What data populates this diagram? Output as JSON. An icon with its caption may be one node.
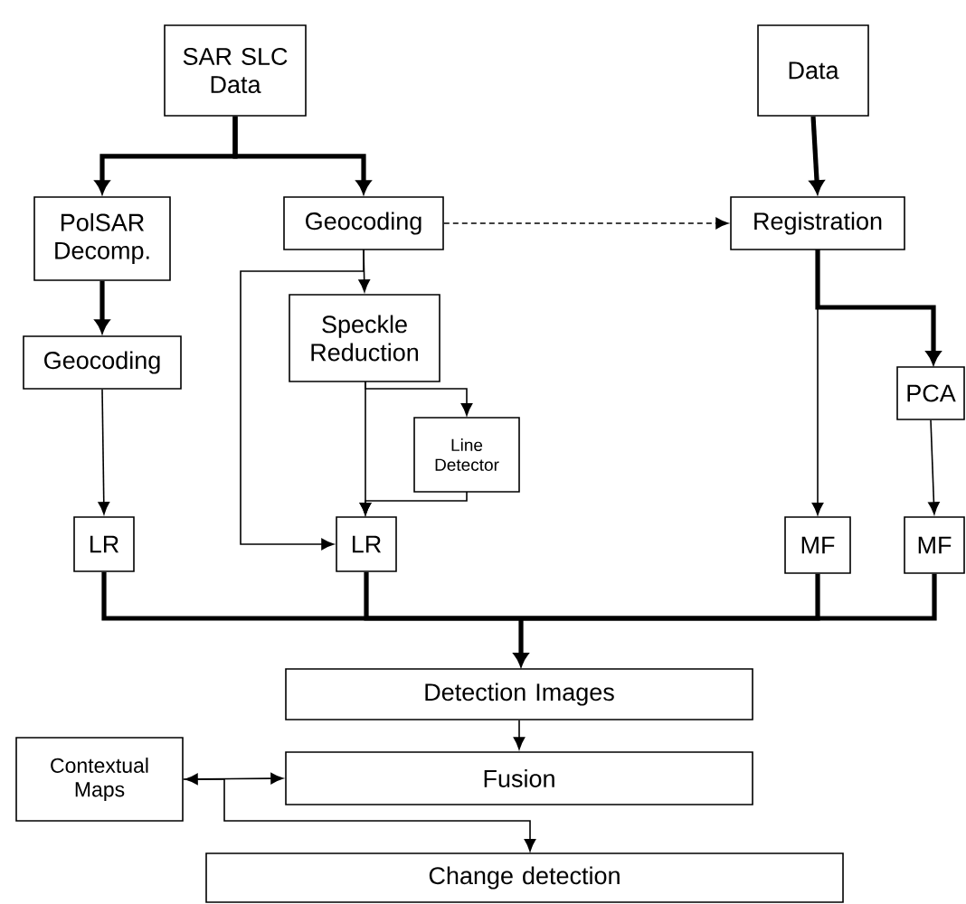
{
  "diagram": {
    "nodes": [
      {
        "text": [
          "SAR SLC Data"
        ]
      },
      {
        "text": [
          "Data"
        ]
      },
      {
        "text": [
          "PolSAR Decomp."
        ]
      },
      {
        "text": [
          "Geocoding"
        ]
      },
      {
        "text": [
          "Registration"
        ]
      },
      {
        "text": [
          "Geocoding"
        ]
      },
      {
        "text": [
          "Speckle Reduction"
        ]
      },
      {
        "text": [
          "PCA"
        ]
      },
      {
        "text": [
          "Line Detector"
        ]
      },
      {
        "text": [
          "LR"
        ]
      },
      {
        "text": [
          "LR"
        ]
      },
      {
        "text": [
          "MF"
        ]
      },
      {
        "text": [
          "MF"
        ]
      },
      {
        "text": [
          "Detection Images"
        ]
      },
      {
        "text": [
          "Contextual Maps"
        ]
      },
      {
        "text": [
          "Fusion"
        ]
      },
      {
        "text": [
          "Change detection"
        ]
      }
    ],
    "edges": [
      {
        "from": 0,
        "to": 2,
        "arrow": "to",
        "style": "thick"
      },
      {
        "from": 0,
        "to": 3,
        "arrow": "to",
        "style": "thick"
      },
      {
        "from": 1,
        "to": 4,
        "arrow": "to",
        "style": "thick"
      },
      {
        "from": 3,
        "to": 4,
        "arrow": "to",
        "style": "dashed"
      },
      {
        "from": 2,
        "to": 5,
        "arrow": "to",
        "style": "thick"
      },
      {
        "from": 3,
        "to": 6,
        "arrow": "to"
      },
      {
        "from": 3,
        "to": 10,
        "arrow": "to"
      },
      {
        "from": 6,
        "to": 8,
        "arrow": "to"
      },
      {
        "from": 6,
        "to": 10,
        "arrow": "to"
      },
      {
        "from": 8,
        "to": 10,
        "arrow": "to"
      },
      {
        "from": 4,
        "to": 11,
        "arrow": "to"
      },
      {
        "from": 4,
        "to": 7,
        "arrow": "to",
        "style": "thick"
      },
      {
        "from": 7,
        "to": 12,
        "arrow": "to"
      },
      {
        "from": 5,
        "to": 9,
        "arrow": "to"
      },
      {
        "from": 9,
        "to": 13,
        "arrow": "to",
        "style": "thick"
      },
      {
        "from": 10,
        "to": 13,
        "arrow": "to",
        "style": "thick"
      },
      {
        "from": 11,
        "to": 13,
        "arrow": "to",
        "style": "thick"
      },
      {
        "from": 12,
        "to": 13,
        "arrow": "to",
        "style": "thick"
      },
      {
        "from": 13,
        "to": 15,
        "arrow": "to"
      },
      {
        "from": 14,
        "to": 15,
        "arrow": "both"
      },
      {
        "from": 14,
        "to": 16,
        "arrow": "to"
      }
    ]
  }
}
